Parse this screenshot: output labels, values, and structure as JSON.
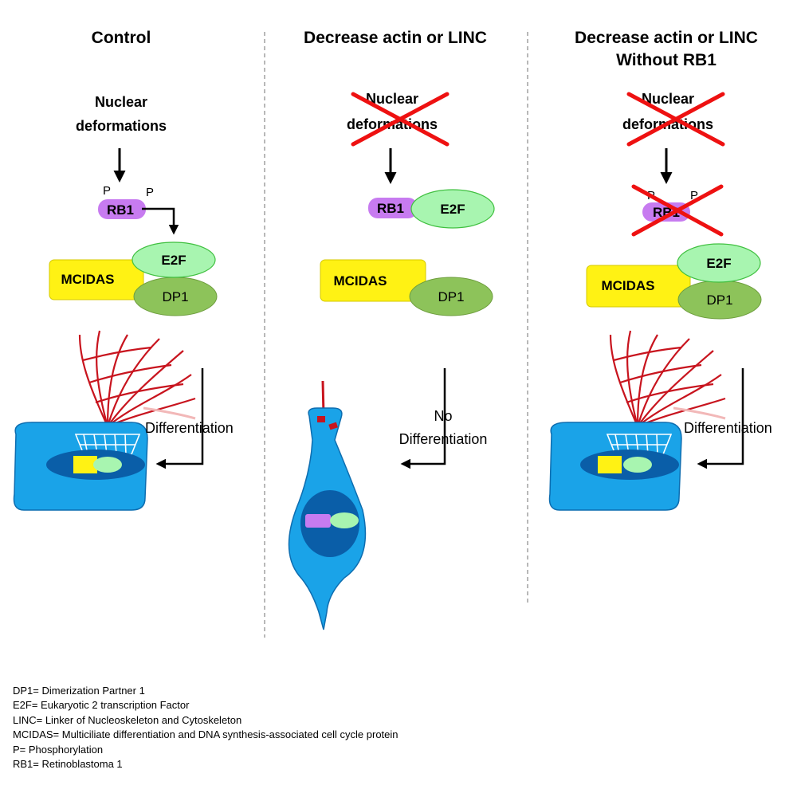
{
  "panels": [
    {
      "title": "Control"
    },
    {
      "title": "Decrease actin or LINC"
    },
    {
      "title": "Decrease actin or LINC",
      "title2": "Without RB1"
    }
  ],
  "labels": {
    "nuclear": "Nuclear",
    "deformations": "deformations",
    "rb1": "RB1",
    "e2f": "E2F",
    "mcidas": "MCIDAS",
    "dp1": "DP1",
    "p": "P",
    "differentiation": "Differentiation",
    "no": "No"
  },
  "legend": [
    "DP1= Dimerization Partner 1",
    "E2F= Eukaryotic 2 transcription Factor",
    "LINC= Linker of Nucleoskeleton and Cytoskeleton",
    "MCIDAS= Multiciliate differentiation and DNA synthesis-associated cell cycle protein",
    "P= Phosphorylation",
    "RB1= Retinoblastoma 1"
  ],
  "colors": {
    "rb1": "#c77bf0",
    "e2f": "#a8f5b0",
    "dp1": "#8dc35a",
    "mcidas": "#fff214",
    "cell": "#1aa3e8",
    "nucleus": "#0a5ea8",
    "cilia": "#c8141e",
    "cross": "#ee1111"
  }
}
